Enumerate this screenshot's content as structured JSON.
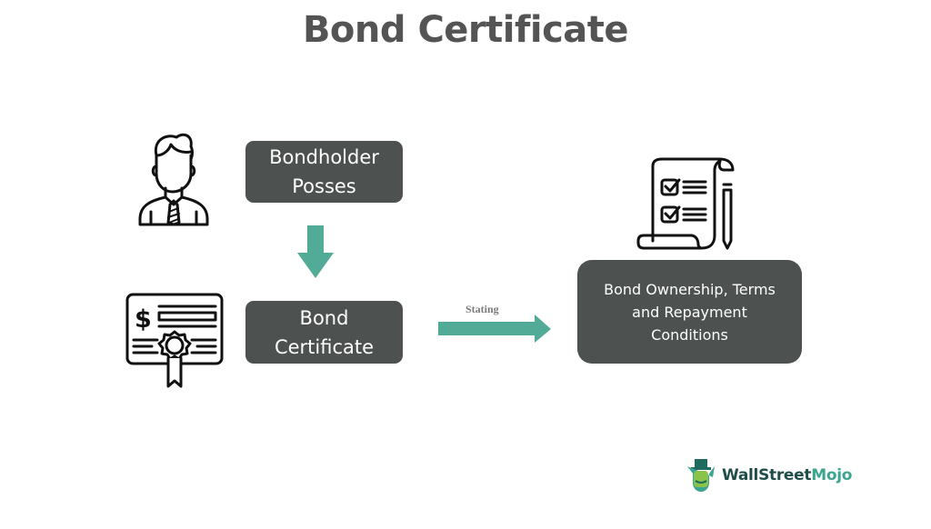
{
  "title": "Bond Certificate",
  "nodes": {
    "bondholder": {
      "line1": "Bondholder",
      "line2": "Posses"
    },
    "certificate": {
      "line1": "Bond",
      "line2": "Certificate"
    },
    "terms": {
      "line1": "Bond Ownership, Terms",
      "line2": "and Repayment",
      "line3": "Conditions"
    }
  },
  "edges": {
    "down_arrow": {
      "from": "bondholder",
      "to": "certificate",
      "label": ""
    },
    "right_arrow": {
      "from": "certificate",
      "to": "terms",
      "label": "Stating"
    }
  },
  "icons": {
    "person": "businessman-icon",
    "certificate": "certificate-icon",
    "checklist": "checklist-scroll-icon"
  },
  "colors": {
    "box": "#4d5150",
    "arrow": "#52ab96",
    "title": "#545454"
  },
  "brand": {
    "part1": "WallStreet",
    "part2": "Mojo"
  }
}
